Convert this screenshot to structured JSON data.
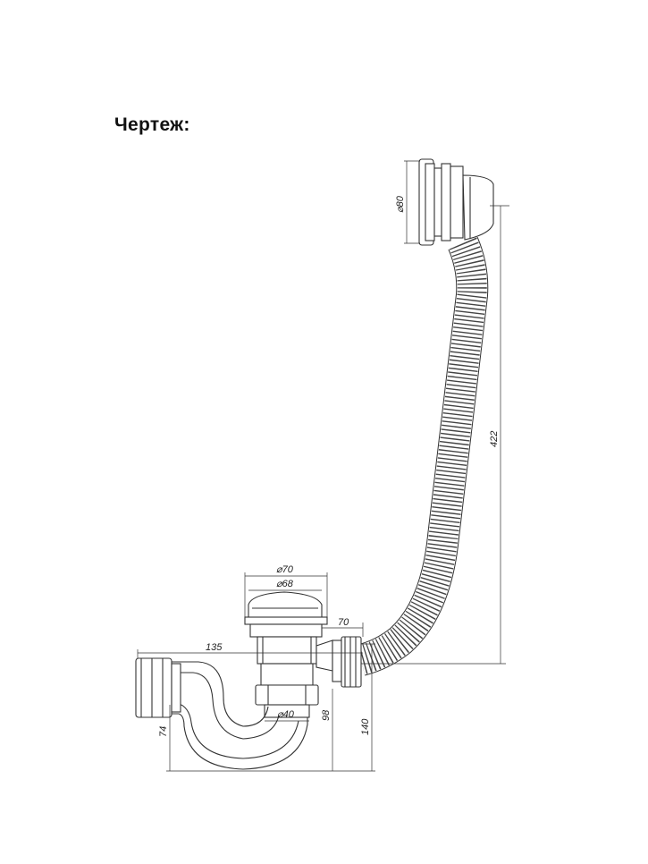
{
  "title": "Чертеж:",
  "dimensions": {
    "top_diameter": "⌀80",
    "overflow_length": "422",
    "drain_outer_diameter": "⌀70",
    "drain_inner_diameter": "⌀68",
    "side_offset": "70",
    "total_width": "135",
    "outlet_diameter": "⌀40",
    "outlet_height": "74",
    "trap_depth": "98",
    "total_height": "140"
  }
}
